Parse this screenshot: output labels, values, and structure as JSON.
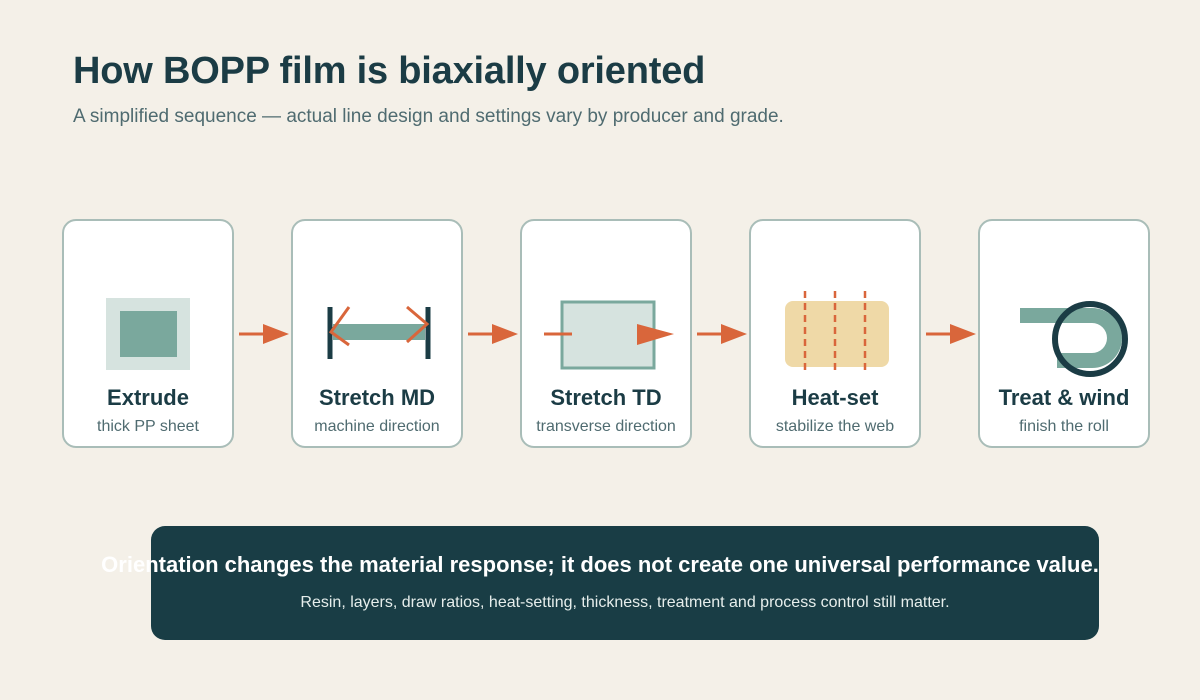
{
  "header": {
    "title": "How BOPP film is biaxially oriented",
    "subtitle": "A simplified sequence — actual line design and settings vary by producer and grade."
  },
  "steps": [
    {
      "name": "Extrude",
      "desc": "thick PP sheet",
      "icon": "sheet-icon"
    },
    {
      "name": "Stretch MD",
      "desc": "machine direction",
      "icon": "md-stretch-icon"
    },
    {
      "name": "Stretch TD",
      "desc": "transverse direction",
      "icon": "td-stretch-icon"
    },
    {
      "name": "Heat-set",
      "desc": "stabilize the web",
      "icon": "heat-set-icon"
    },
    {
      "name": "Treat & wind",
      "desc": "finish the roll",
      "icon": "roll-icon"
    }
  ],
  "banner": {
    "main": "Orientation changes the material response; it does not create one universal performance value.",
    "sub": "Resin, layers, draw ratios, heat-setting, thickness, treatment and process control still matter."
  },
  "colors": {
    "background": "#f4f0e8",
    "dark_teal": "#1b3c45",
    "sage": "#7aa89d",
    "orange_accent": "#d9663b",
    "heat_fill": "#efd9a7"
  }
}
